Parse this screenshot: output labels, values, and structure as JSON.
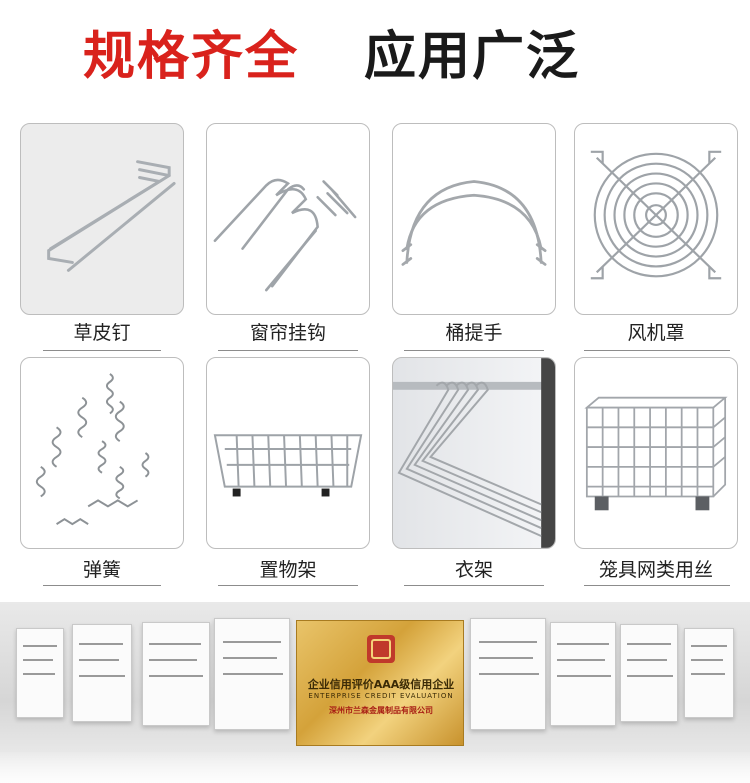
{
  "header": {
    "title_red": "规格齐全",
    "title_black": "应用广泛"
  },
  "products": [
    {
      "label": "草皮钉",
      "icon": "u-shaped-wire-stake"
    },
    {
      "label": "窗帘挂钩",
      "icon": "curtain-hooks"
    },
    {
      "label": "桶提手",
      "icon": "bucket-handles"
    },
    {
      "label": "风机罩",
      "icon": "fan-guard"
    },
    {
      "label": "弹簧",
      "icon": "springs"
    },
    {
      "label": "置物架",
      "icon": "wire-basket"
    },
    {
      "label": "衣架",
      "icon": "wire-hangers"
    },
    {
      "label": "笼具网类用丝",
      "icon": "wire-cage"
    }
  ],
  "certificates": {
    "featured": {
      "line1": "企业信用评价AAA级信用企业",
      "line2": "ENTERPRISE CREDIT EVALUATION",
      "line3": "深州市兰森金属制品有限公司"
    },
    "colors": {
      "gold": "#d4a23a",
      "seal": "#c0392b"
    }
  },
  "colors": {
    "headline_red": "#d9221c",
    "headline_black": "#1a1a1a"
  }
}
